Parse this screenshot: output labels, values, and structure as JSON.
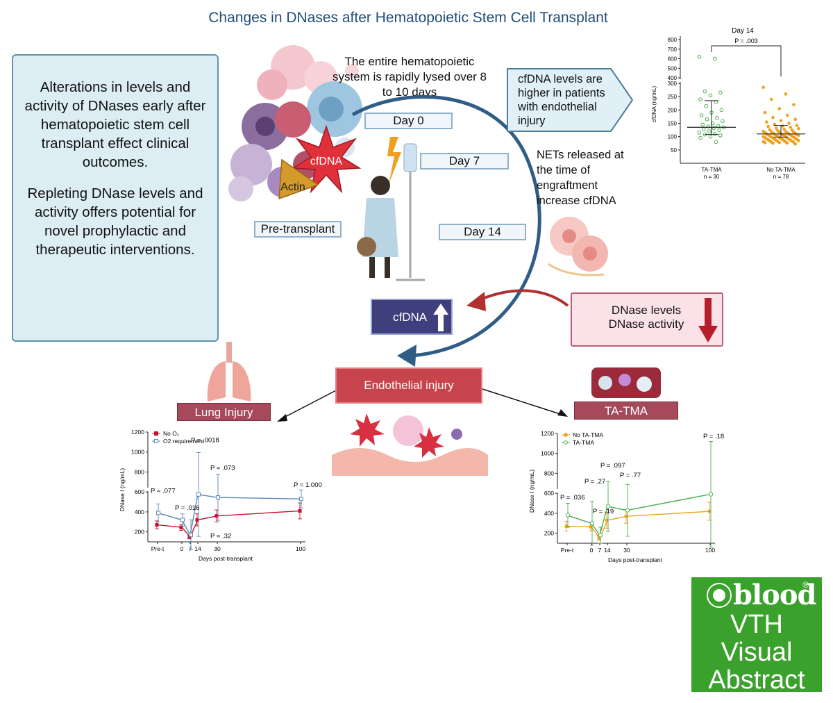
{
  "title": "Changes in DNases after Hematopoietic Stem Cell Transplant",
  "left_panel": {
    "p1": "Alterations in levels and activity of DNases early after hematopoietic stem cell transplant effect clinical outcomes.",
    "p2": "Repleting DNase levels and activity offers potential for novel prophylactic and therapeutic interventions."
  },
  "lysed_text": "The entire hematopoietic system is rapidly lysed over 8 to 10 days",
  "day0": "Day 0",
  "day7": "Day 7",
  "day14": "Day 14",
  "pre_transplant": "Pre-transplant",
  "cfdna_star": "cfDNA",
  "actin": "Actin",
  "cfdna_note": "cfDNA levels are higher in patients with endothelial injury",
  "nets_text": "NETs released at the time of engraftment increase cfDNA",
  "cfdna_up": "cfDNA",
  "dnase_box": {
    "line1": "DNase levels",
    "line2": "DNase activity"
  },
  "endothelial": "Endothelial injury",
  "lung_label": "Lung Injury",
  "tatma_label": "TA-TMA",
  "logo": {
    "brand": "blood",
    "line1": "VTH",
    "line2": "Visual",
    "line3": "Abstract",
    "reg": "®"
  },
  "colors": {
    "red": "#c8102e",
    "blue": "#5b87b7",
    "orange": "#f0a020",
    "green": "#4caf50"
  },
  "chart_data": [
    {
      "type": "scatter",
      "title": "Day 14",
      "ylabel": "cfDNA (ng/mL)",
      "yticks": [
        "50",
        "100",
        "150",
        "200",
        "250",
        "300",
        "400",
        "500",
        "600",
        "700",
        "800"
      ],
      "categories": [
        "TA-TMA",
        "No TA-TMA"
      ],
      "n_labels": [
        "n = 30",
        "n = 78"
      ],
      "pvalue": "P = .003",
      "medians": [
        135,
        110
      ],
      "iqr": [
        [
          108,
          235
        ],
        [
          98,
          142
        ]
      ],
      "series": [
        {
          "name": "TA-TMA",
          "values": [
            620,
            600,
            270,
            265,
            255,
            240,
            230,
            215,
            200,
            190,
            180,
            170,
            165,
            158,
            150,
            145,
            140,
            138,
            135,
            132,
            128,
            125,
            120,
            115,
            110,
            108,
            105,
            100,
            95,
            80
          ]
        },
        {
          "name": "No TA-TMA",
          "values": [
            285,
            260,
            240,
            220,
            205,
            190,
            180,
            172,
            165,
            160,
            155,
            150,
            146,
            142,
            140,
            138,
            135,
            132,
            130,
            128,
            126,
            124,
            122,
            120,
            119,
            118,
            117,
            116,
            115,
            114,
            113,
            112,
            111,
            110,
            110,
            109,
            108,
            108,
            107,
            106,
            105,
            105,
            104,
            103,
            102,
            101,
            100,
            100,
            99,
            98,
            97,
            96,
            95,
            95,
            94,
            93,
            92,
            91,
            90,
            90,
            89,
            88,
            87,
            86,
            85,
            85,
            84,
            83,
            82,
            81,
            80,
            80,
            79,
            78,
            77,
            76,
            75,
            72
          ]
        }
      ]
    },
    {
      "type": "line",
      "xlabel": "Days post-transplant",
      "ylabel": "DNase I (ng/mL)",
      "xticks": [
        "Pre-t",
        "0",
        "7",
        "14",
        "30",
        "100"
      ],
      "yticks": [
        "200",
        "400",
        "600",
        "800",
        "1000",
        "1200"
      ],
      "series": [
        {
          "name": "No O₂",
          "x": [
            -10,
            0,
            7,
            14,
            30,
            100
          ],
          "y": [
            270,
            245,
            150,
            320,
            360,
            410
          ],
          "err": [
            40,
            30,
            20,
            60,
            60,
            80
          ]
        },
        {
          "name": "O2 requirement",
          "x": [
            -10,
            0,
            7,
            14,
            30,
            100
          ],
          "y": [
            390,
            320,
            170,
            575,
            545,
            530
          ],
          "err": [
            90,
            60,
            150,
            420,
            230,
            90
          ]
        }
      ],
      "pvalues": [
        {
          "label": "P = .077",
          "x": -10,
          "y": 590
        },
        {
          "label": "P = .016",
          "x": 0,
          "y": 420
        },
        {
          "label": "P = .0018",
          "x": 14,
          "y": 1100
        },
        {
          "label": "P = .073",
          "x": 30,
          "y": 820
        },
        {
          "label": "P = 1.000",
          "x": 100,
          "y": 650
        },
        {
          "label": "P = .32",
          "x": 30,
          "y": 140
        }
      ]
    },
    {
      "type": "line",
      "xlabel": "Days post-transplant",
      "ylabel": "DNase I (ng/mL)",
      "xticks": [
        "Pre-t",
        "0",
        "7",
        "14",
        "30",
        "100"
      ],
      "yticks": [
        "200",
        "400",
        "600",
        "800",
        "1000",
        "1200"
      ],
      "series": [
        {
          "name": "No TA-TMA",
          "x": [
            -10,
            0,
            7,
            14,
            30,
            100
          ],
          "y": [
            270,
            265,
            150,
            330,
            370,
            420
          ],
          "err": [
            50,
            40,
            20,
            80,
            70,
            90
          ]
        },
        {
          "name": "TA-TMA",
          "x": [
            -10,
            0,
            7,
            14,
            30,
            100
          ],
          "y": [
            380,
            300,
            180,
            470,
            430,
            590
          ],
          "err": [
            120,
            220,
            80,
            250,
            260,
            530
          ]
        }
      ],
      "pvalues": [
        {
          "label": "P = .036",
          "x": -10,
          "y": 540
        },
        {
          "label": "P = .27",
          "x": 0,
          "y": 700
        },
        {
          "label": "P = .19",
          "x": 7,
          "y": 400
        },
        {
          "label": "P = .097",
          "x": 14,
          "y": 860
        },
        {
          "label": "P = .77",
          "x": 30,
          "y": 760
        },
        {
          "label": "P = .18",
          "x": 100,
          "y": 1150
        }
      ]
    }
  ]
}
